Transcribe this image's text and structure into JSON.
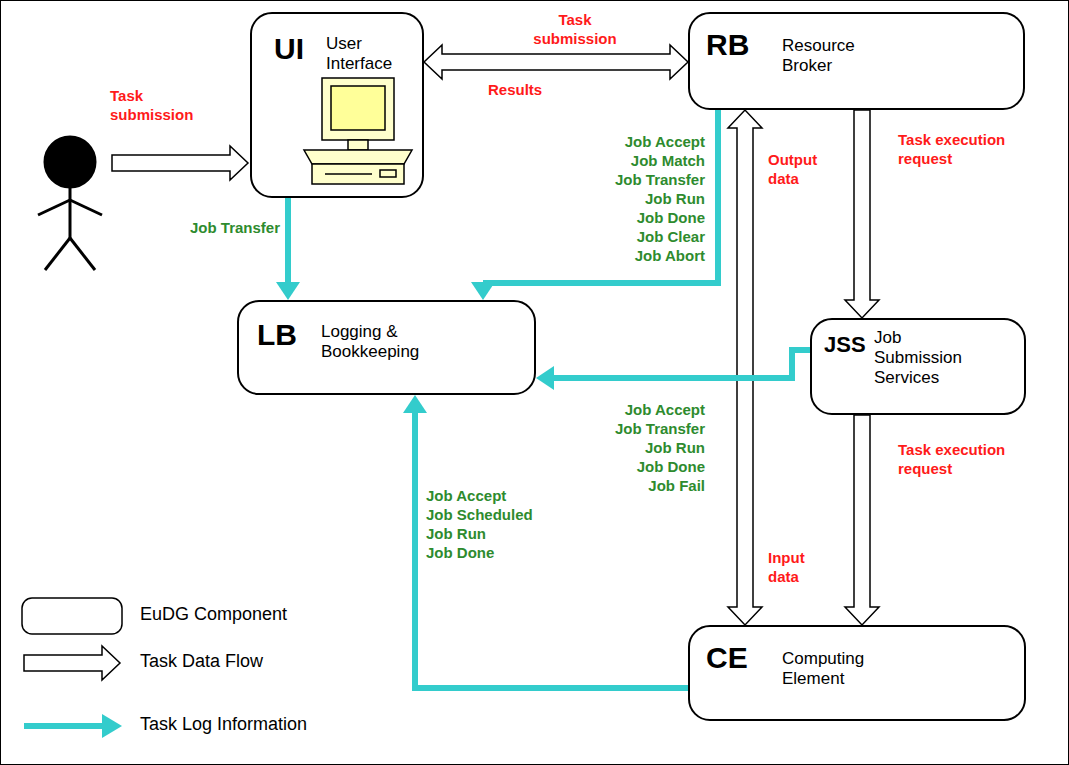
{
  "diagram": {
    "nodes": [
      {
        "text": [
          "UI",
          "User Interface"
        ]
      },
      {
        "text": [
          "RB",
          "Resource Broker"
        ]
      },
      {
        "text": [
          "LB",
          "Logging & Bookkeeping"
        ]
      },
      {
        "text": [
          "JSS",
          "Job Submission Services"
        ]
      },
      {
        "text": [
          "CE",
          "Computing Element"
        ]
      }
    ],
    "edges": [
      {
        "from": 0,
        "to": 1,
        "arrow": "both",
        "label": "Task submission"
      },
      {
        "from": 0,
        "to": 2,
        "arrow": "to",
        "label": "Job Transfer"
      },
      {
        "from": 1,
        "to": 2,
        "arrow": "to",
        "label": "Job Accept Job Match Job Transfer Job Run Job Done Job Clear Job Abort"
      },
      {
        "from": 1,
        "to": 4,
        "arrow": "both",
        "label": "Output data"
      },
      {
        "from": 1,
        "to": 3,
        "arrow": "to",
        "label": "Task execution request"
      },
      {
        "from": 3,
        "to": 4,
        "arrow": "to",
        "label": "Task execution request"
      },
      {
        "from": 3,
        "to": 2,
        "arrow": "to",
        "label": "Job Accept Job Transfer Job Run Job Done Job Fail"
      },
      {
        "from": 4,
        "to": 2,
        "arrow": "to",
        "label": "Job Accept Job Scheduled Job Run Job Done"
      }
    ],
    "labels": [
      "Task submission",
      "Results",
      "Input data"
    ],
    "legend": [
      {
        "text": "EuDG Component"
      },
      {
        "text": "Task Data Flow"
      },
      {
        "text": "Task Log Information"
      }
    ]
  }
}
